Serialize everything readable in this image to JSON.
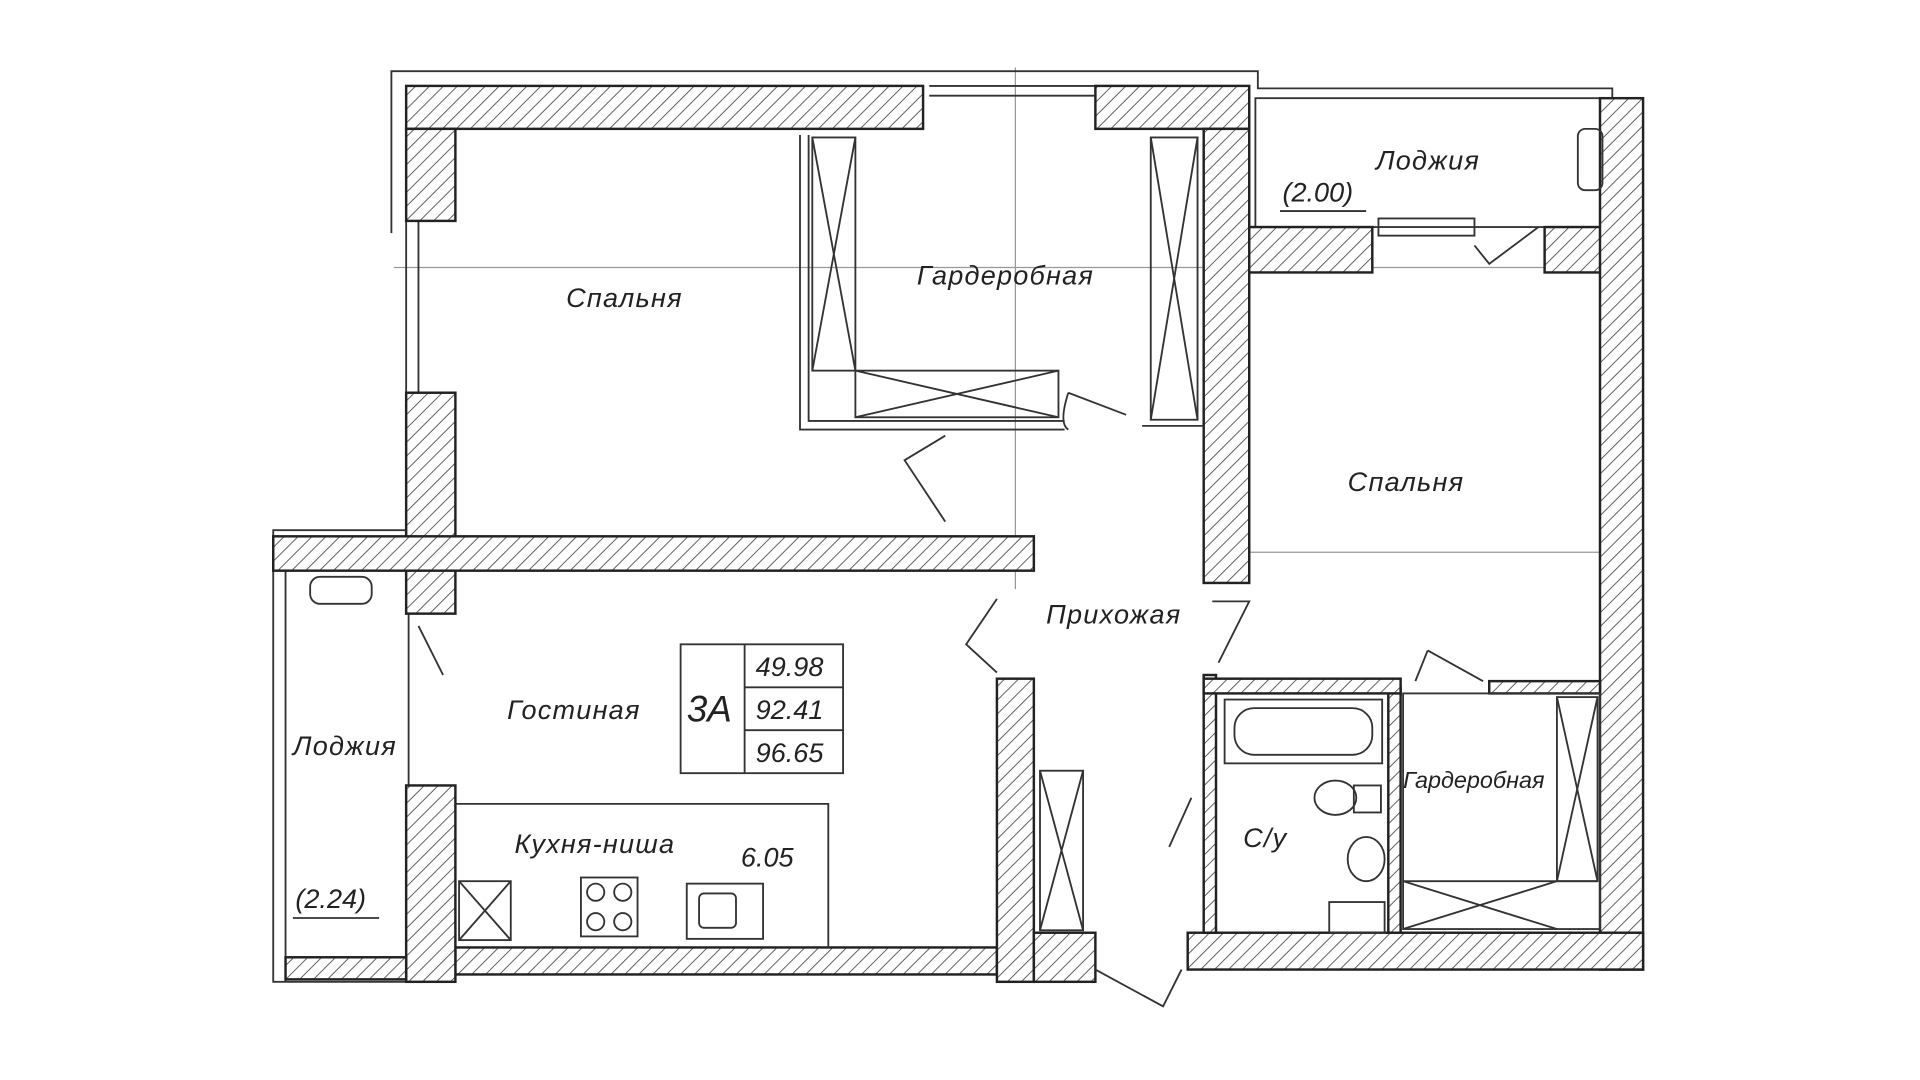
{
  "rooms": {
    "bedroom_1": "Спальня",
    "wardrobe_1": "Гардеробная",
    "loggia_1": "Лоджия",
    "loggia_1_area": "(2.00)",
    "bedroom_2": "Спальня",
    "hallway": "Прихожая",
    "living_room": "Гостиная",
    "loggia_2": "Лоджия",
    "loggia_2_area": "(2.24)",
    "kitchen": "Кухня-ниша",
    "kitchen_area": "6.05",
    "bathroom": "С/у",
    "wardrobe_2": "Гардеробная"
  },
  "area_table": {
    "type": "3А",
    "living_area": "49.98",
    "total_area": "92.41",
    "total_with_loggia": "96.65"
  }
}
